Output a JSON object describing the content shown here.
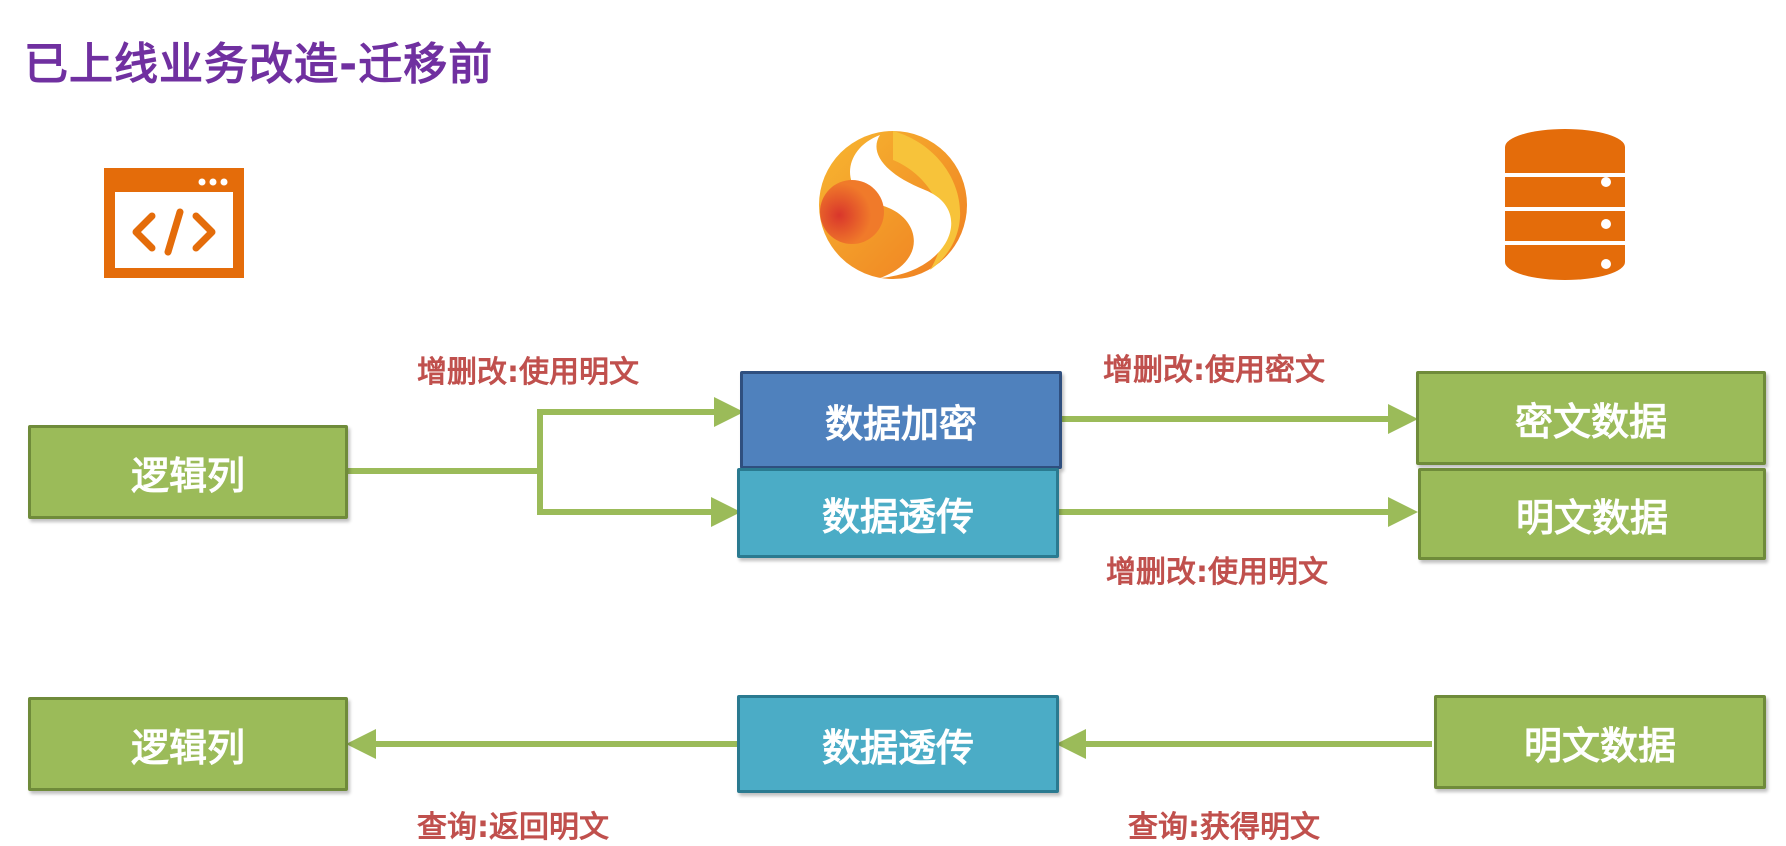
{
  "title": "已上线业务改造-迁移前",
  "colors": {
    "title": "#7030a0",
    "label": "#c0504d",
    "box_green": "#9bbb59",
    "box_blue": "#4f81bd",
    "box_cyan": "#4bacc6",
    "arrow": "#9bbb59",
    "icon_orange": "#e46c0a"
  },
  "icons": {
    "app": "code-window-icon",
    "middleware": "flame-logo-icon",
    "database": "database-icon"
  },
  "write_flow": {
    "logic_column": "逻辑列",
    "encrypt": "数据加密",
    "passthrough": "数据透传",
    "cipher_data": "密文数据",
    "plain_data": "明文数据",
    "label_use_plain": "增删改:使用明文",
    "label_use_cipher": "增删改:使用密文",
    "label_use_plain_bottom": "增删改:使用明文"
  },
  "read_flow": {
    "logic_column": "逻辑列",
    "passthrough": "数据透传",
    "plain_data": "明文数据",
    "label_return_plain": "查询:返回明文",
    "label_query_plain": "查询:获得明文"
  }
}
